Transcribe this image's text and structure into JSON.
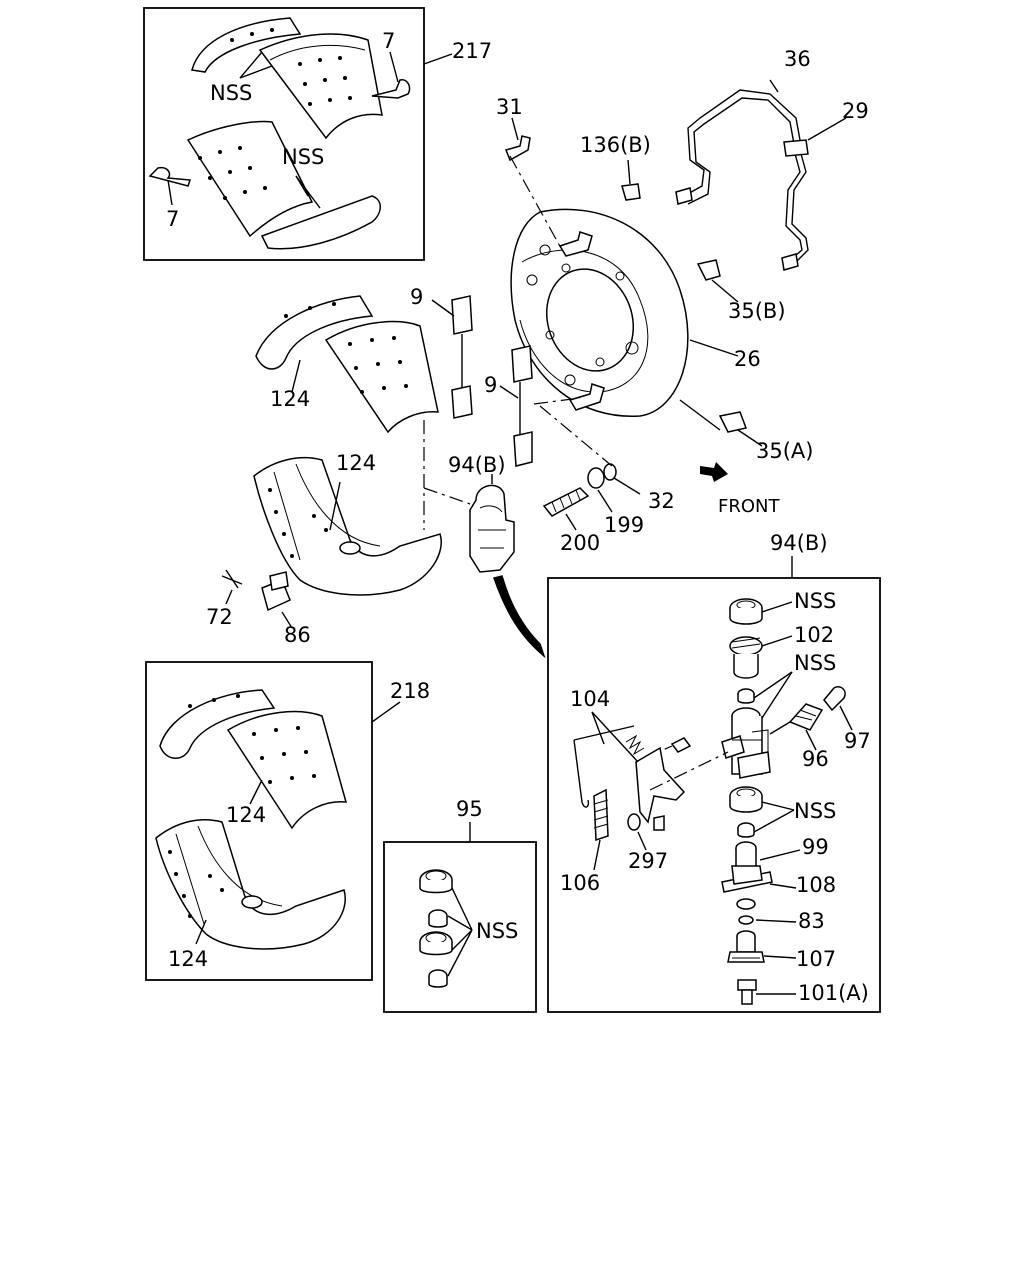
{
  "callouts": {
    "kit_217": "217",
    "bolt_7_top": "7",
    "bolt_7_bottom": "7",
    "nss_217_a": "NSS",
    "nss_217_b": "NSS",
    "bolt_31": "31",
    "grommet_136b": "136(B)",
    "pipe_36": "36",
    "clip_29": "29",
    "clip_35b": "35(B)",
    "backing_plate_26": "26",
    "plug_35a": "35(A)",
    "spring_9_a": "9",
    "spring_9_b": "9",
    "shoe_124_top": "124",
    "shoe_124_lower": "124",
    "adjuster_94b": "94(B)",
    "washer_32": "32",
    "nut_199": "199",
    "bolt_200": "200",
    "front": "FRONT",
    "pin_72": "72",
    "pin_86": "86",
    "kit_218": "218",
    "shoe_124_k1": "124",
    "shoe_124_k2": "124",
    "kit_95": "95",
    "nss_95": "NSS",
    "detail_94b": "94(B)",
    "nss_d1": "NSS",
    "part_102": "102",
    "nss_d2": "NSS",
    "part_104": "104",
    "part_97": "97",
    "part_96": "96",
    "nss_d3": "NSS",
    "part_99": "99",
    "part_297": "297",
    "part_106": "106",
    "part_108": "108",
    "part_83": "83",
    "part_107": "107",
    "part_101a": "101(A)"
  }
}
